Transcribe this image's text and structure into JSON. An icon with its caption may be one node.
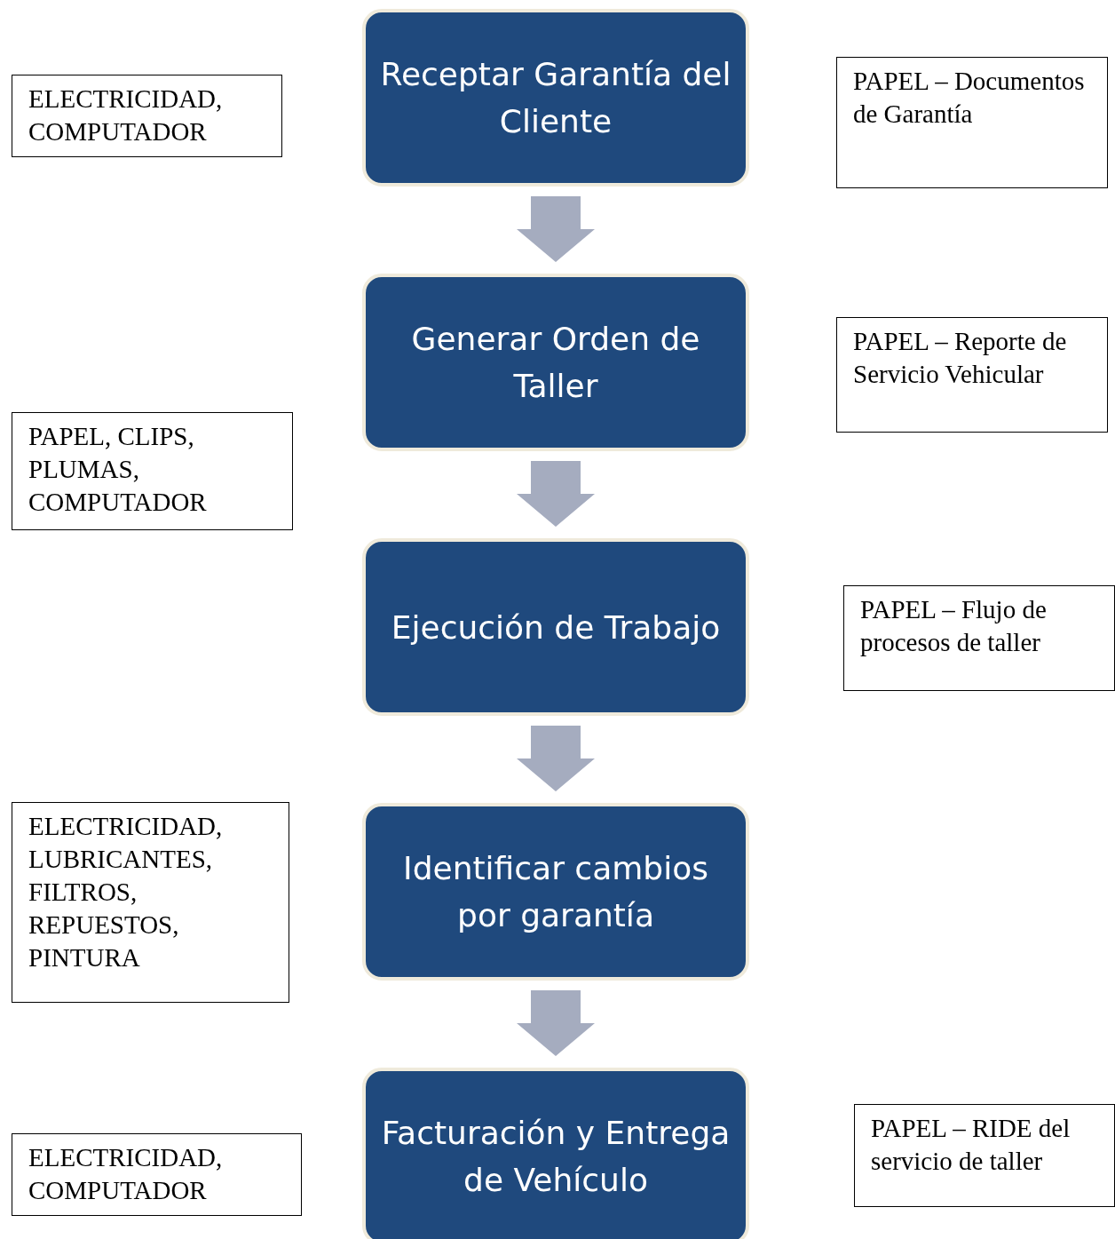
{
  "diagram": {
    "nodes": [
      {
        "text": [
          "Receptar Garantía del Cliente"
        ]
      },
      {
        "text": [
          "ELECTRICIDAD, COMPUTADOR"
        ]
      },
      {
        "text": [
          "PAPEL – Documentos de Garantía"
        ]
      },
      {
        "text": [
          "Generar Orden de Taller"
        ]
      },
      {
        "text": [
          "PAPEL – Reporte de Servicio Vehicular"
        ]
      },
      {
        "text": [
          "PAPEL, CLIPS, PLUMAS, COMPUTADOR"
        ]
      },
      {
        "text": [
          "Ejecución de Trabajo"
        ]
      },
      {
        "text": [
          "PAPEL – Flujo de procesos de taller"
        ]
      },
      {
        "text": [
          "Identificar cambios por garantía"
        ]
      },
      {
        "text": [
          "ELECTRICIDAD, LUBRICANTES, FILTROS, REPUESTOS, PINTURA"
        ]
      },
      {
        "text": [
          "Facturación y Entrega de Vehículo"
        ]
      },
      {
        "text": [
          "PAPEL – RIDE del servicio de taller"
        ]
      },
      {
        "text": [
          "ELECTRICIDAD, COMPUTADOR"
        ]
      }
    ],
    "edges": [
      {
        "from": 0,
        "to": 3,
        "arrow": "to"
      },
      {
        "from": 3,
        "to": 6,
        "arrow": "to"
      },
      {
        "from": 6,
        "to": 8,
        "arrow": "to"
      },
      {
        "from": 8,
        "to": 10,
        "arrow": "to"
      }
    ]
  }
}
